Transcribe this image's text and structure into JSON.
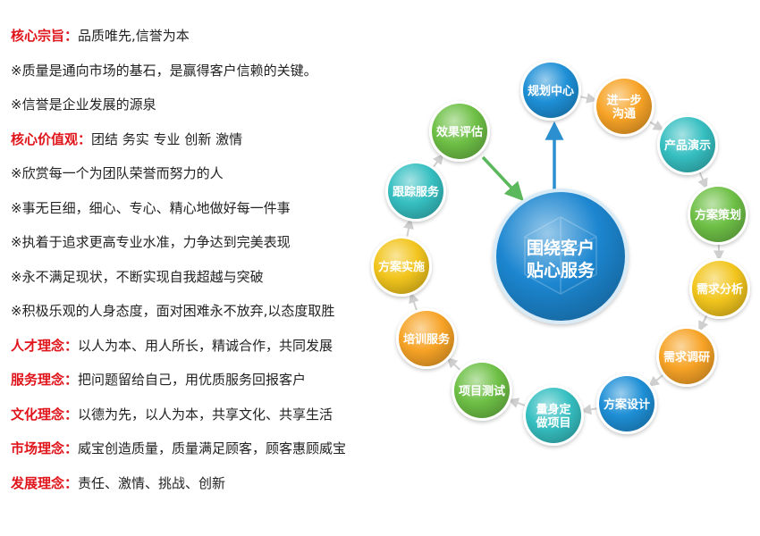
{
  "lines": [
    {
      "label": "核心宗旨：",
      "text": "品质唯先,信誉为本"
    },
    {
      "label": "",
      "text": "※质量是通向市场的基石，是赢得客户信赖的关键。"
    },
    {
      "label": "",
      "text": "※信誉是企业发展的源泉"
    },
    {
      "label": "核心价值观：",
      "text": "团结 务实 专业 创新 激情"
    },
    {
      "label": "",
      "text": "※欣赏每一个为团队荣誉而努力的人"
    },
    {
      "label": "",
      "text": "※事无巨细，细心、专心、精心地做好每一件事"
    },
    {
      "label": "",
      "text": "※执着于追求更高专业水准，力争达到完美表现"
    },
    {
      "label": "",
      "text": "※永不满足现状，不断实现自我超越与突破"
    },
    {
      "label": "",
      "text": "※积极乐观的人身态度，面对困难永不放弃,以态度取胜"
    },
    {
      "label": "人才理念：",
      "text": "以人为本、用人所长，精诚合作，共同发展"
    },
    {
      "label": "服务理念：",
      "text": "把问题留给自己，用优质服务回报客户"
    },
    {
      "label": "文化理念：",
      "text": "以德为先，以人为本，共享文化、共享生活"
    },
    {
      "label": "市场理念：",
      "text": "威宝创造质量，质量满足顾客，顾客惠顾威宝"
    },
    {
      "label": "发展理念：",
      "text": "责任、激情、挑战、创新"
    }
  ],
  "diagram": {
    "center": {
      "lines": [
        "围绕客户",
        "贴心服务"
      ],
      "color": "#1c86d0"
    },
    "nodes": [
      {
        "lines": [
          "规划中心"
        ],
        "color": "blue"
      },
      {
        "lines": [
          "进一步",
          "沟通"
        ],
        "color": "orange"
      },
      {
        "lines": [
          "产品演示"
        ],
        "color": "teal"
      },
      {
        "lines": [
          "方案策划"
        ],
        "color": "green"
      },
      {
        "lines": [
          "需求分析"
        ],
        "color": "yellow"
      },
      {
        "lines": [
          "需求调研"
        ],
        "color": "orange"
      },
      {
        "lines": [
          "方案设计"
        ],
        "color": "blue"
      },
      {
        "lines": [
          "量身定",
          "做项目"
        ],
        "color": "teal"
      },
      {
        "lines": [
          "项目测试"
        ],
        "color": "green"
      },
      {
        "lines": [
          "培训服务"
        ],
        "color": "orange"
      },
      {
        "lines": [
          "方案实施"
        ],
        "color": "yellow"
      },
      {
        "lines": [
          "跟踪服务"
        ],
        "color": "teal"
      },
      {
        "lines": [
          "效果评估"
        ],
        "color": "green"
      }
    ],
    "palette": {
      "blue": "#1e8fd6",
      "orange": "#f7a326",
      "teal": "#36bfc1",
      "green": "#6ec046",
      "yellow": "#f2c51d",
      "connector": "#cfcfcf",
      "arrow_in": "#5cb85c",
      "arrow_out": "#2b8fd0"
    }
  }
}
